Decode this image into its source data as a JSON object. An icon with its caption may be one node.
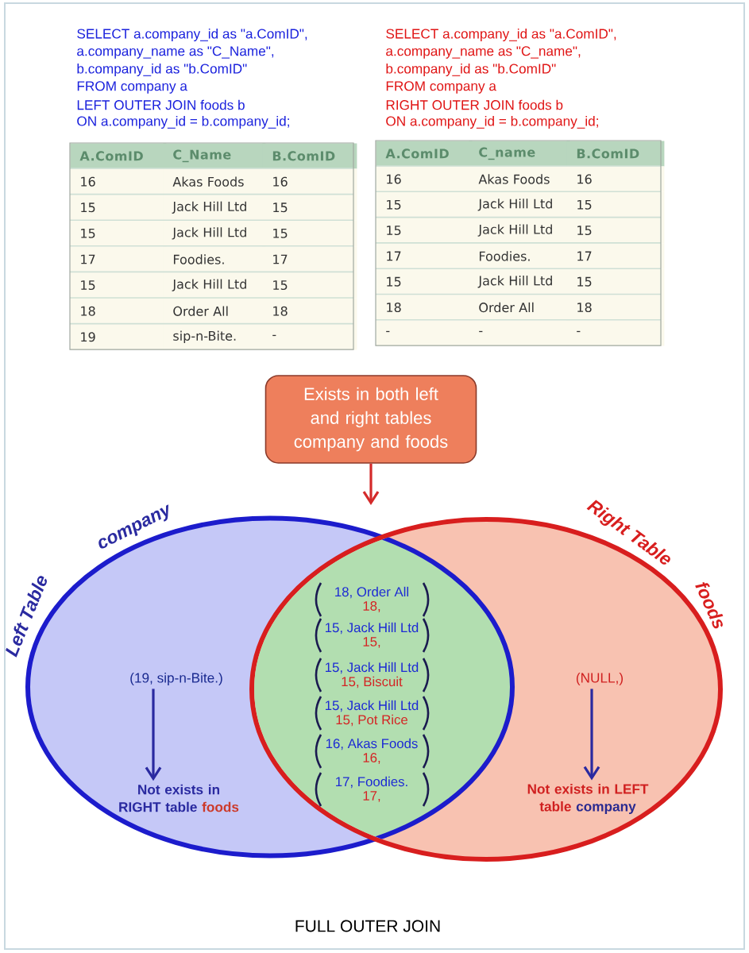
{
  "diagram": {
    "caption": "FULL OUTER JOIN",
    "nodes": [
      {
        "text": [
          "Exists in both left and right tables company and foods"
        ]
      },
      {
        "text": [
          "Left Table",
          "company"
        ]
      },
      {
        "text": [
          "Right Table",
          "foods"
        ]
      },
      {
        "text": [
          "(19, sip-n-Bite.)"
        ],
        "in": 1
      },
      {
        "text": [
          "Not exists in RIGHT table",
          "foods"
        ],
        "in": 1
      },
      {
        "text": [
          "(NULL,)"
        ],
        "in": 2
      },
      {
        "text": [
          "Not exists in LEFT table",
          "company"
        ],
        "in": 2
      }
    ],
    "edges": [
      {
        "from": 0,
        "to": null,
        "arrow": "to",
        "color": "#d42a2a"
      },
      {
        "from": 3,
        "to": 4,
        "arrow": "to"
      },
      {
        "from": 5,
        "to": 6,
        "arrow": "to"
      }
    ],
    "labels": [
      "SELECT a.company_id as \"a.ComID\",",
      "a.company_name as \"C_Name\",",
      "b.company_id as \"b.ComID\"",
      "FROM company a",
      "LEFT OUTER JOIN foods b",
      "ON a.company_id = b.company_id;",
      "SELECT a.company_id as \"a.ComID\",",
      "a.company_name as \"C_name\",",
      "b.company_id as \"b.ComID\"",
      "FROM company a",
      "RIGHT OUTER JOIN foods b",
      "ON a.company_id = b.company_id;",
      "A.ComID",
      "C_Name",
      "B.ComID",
      "16",
      "Akas Foods",
      "16",
      "15",
      "Jack Hill Ltd",
      "15",
      "15",
      "Jack Hill Ltd",
      "15",
      "17",
      "Foodies.",
      "17",
      "15",
      "Jack Hill Ltd",
      "15",
      "18",
      "Order All",
      "18",
      "19",
      "sip-n-Bite.",
      "-",
      "A.ComID",
      "C_name",
      "B.ComID",
      "16",
      "Akas Foods",
      "16",
      "15",
      "Jack Hill Ltd",
      "15",
      "15",
      "Jack Hill Ltd",
      "15",
      "17",
      "Foodies.",
      "17",
      "15",
      "Jack Hill Ltd",
      "15",
      "18",
      "Order All",
      "18",
      "-",
      "-",
      "-",
      "18, Order All",
      "18,",
      "15, Jack Hill Ltd",
      "15,",
      "15, Jack Hill Ltd",
      "15, Biscuit",
      "15, Jack Hill Ltd",
      "15, Pot Rice",
      "16, Akas Foods",
      "16,",
      "17, Foodies.",
      "17,"
    ]
  }
}
